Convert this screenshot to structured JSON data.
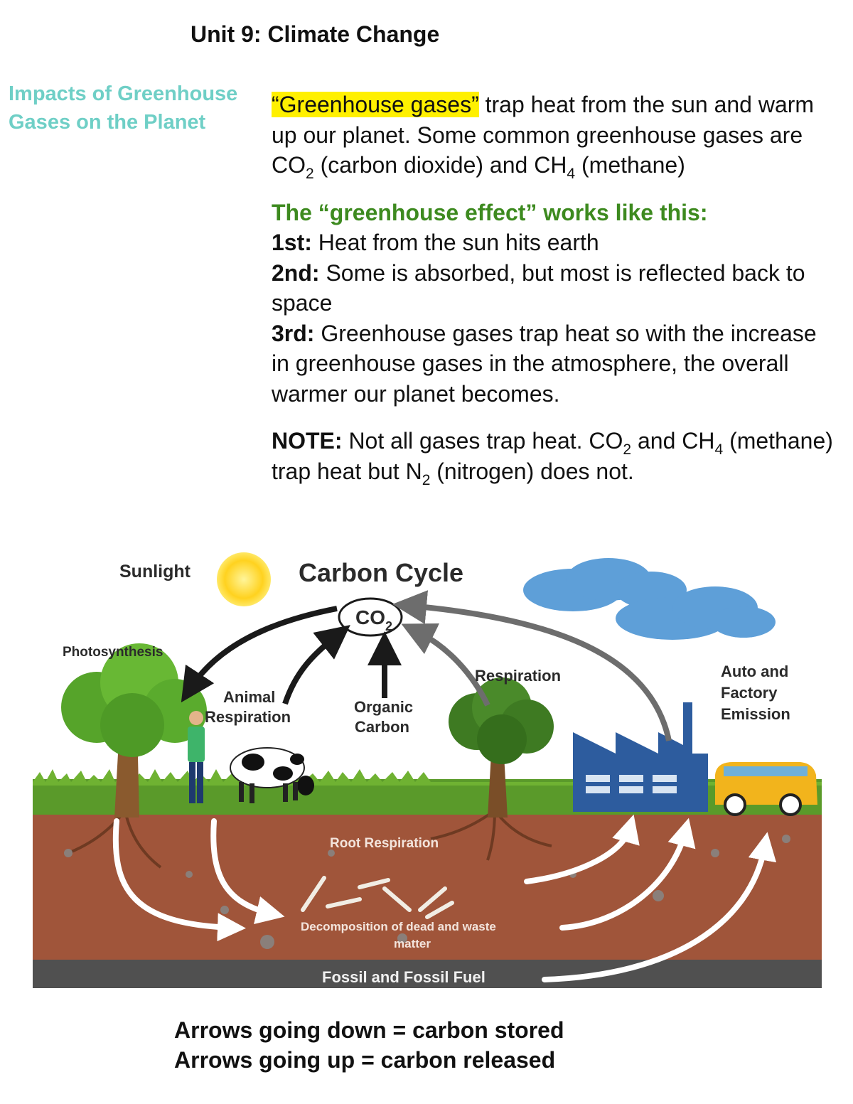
{
  "header": {
    "title": "Unit 9: Climate Change"
  },
  "sidebar": {
    "heading_line1": "Impacts of Greenhouse",
    "heading_line2": "Gases on the Planet"
  },
  "intro": {
    "highlight": "“Greenhouse gases”",
    "text1": " trap heat from the sun and warm up our planet. Some common greenhouse gases are CO",
    "sub_co2": "2",
    "text2": " (carbon dioxide) and CH",
    "sub_ch4": "4",
    "text3": " (methane)"
  },
  "effect": {
    "heading": "The “greenhouse effect” works like this:",
    "steps": [
      {
        "label": "1st:",
        "text": " Heat from the sun hits earth"
      },
      {
        "label": "2nd:",
        "text": " Some is absorbed, but most is reflected back to space"
      },
      {
        "label": "3rd:",
        "text": " Greenhouse gases trap heat so with the increase in greenhouse gases in the atmosphere, the overall warmer our planet becomes."
      }
    ]
  },
  "note": {
    "label": "NOTE:",
    "text1": " Not all gases trap heat. CO",
    "sub_co2": "2",
    "text2": " and CH",
    "sub_ch4": "4",
    "text3": " (methane) trap heat but N",
    "sub_n2": "2",
    "text4": " (nitrogen) does not."
  },
  "diagram": {
    "title": "Carbon Cycle",
    "co2_main": "CO",
    "co2_sub": "2",
    "labels": {
      "sunlight": "Sunlight",
      "photosynthesis": "Photosynthesis",
      "animal_respiration_1": "Animal",
      "animal_respiration_2": "Respiration",
      "organic_carbon_1": "Organic",
      "organic_carbon_2": "Carbon",
      "respiration": "Respiration",
      "auto_1": "Auto and",
      "auto_2": "Factory",
      "auto_3": "Emission",
      "root_respiration": "Root Respiration",
      "decomposition_1": "Decomposition of dead and waste",
      "decomposition_2": "matter",
      "fossil": "Fossil and Fossil Fuel"
    },
    "colors": {
      "soil": "#a0553a",
      "grass": "#5a9a2a",
      "factory": "#2d5c9e",
      "sun": "#ffd21f",
      "cloud": "#5e9fd8",
      "fossil_band": "#505050"
    }
  },
  "footer": {
    "line1": "Arrows going down = carbon stored",
    "line2": "Arrows going up = carbon released"
  }
}
